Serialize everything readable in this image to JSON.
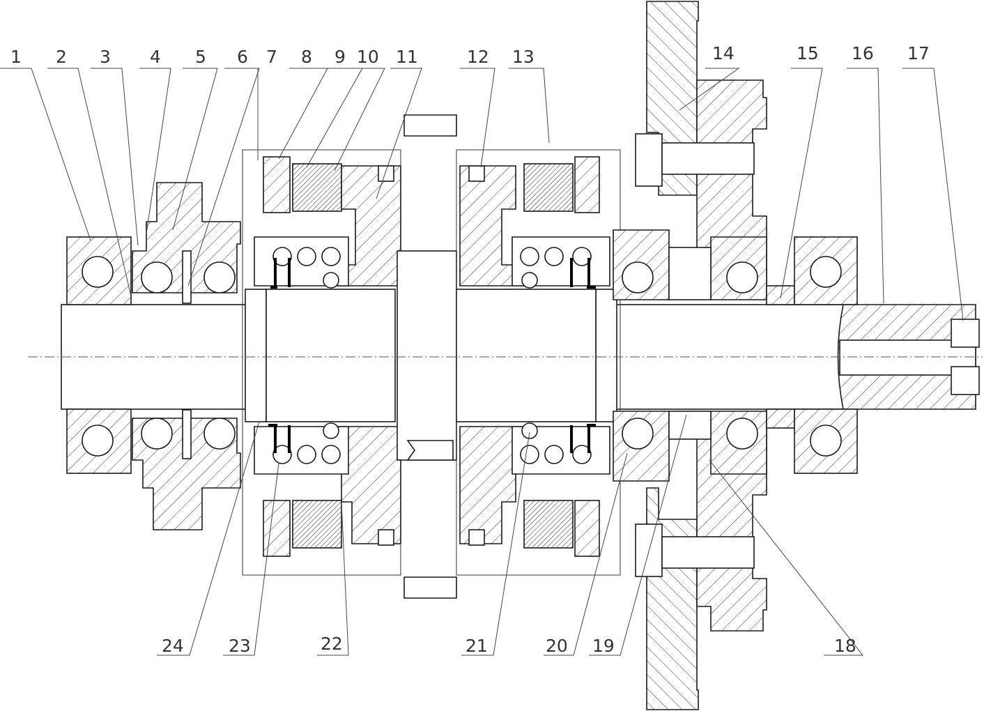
{
  "callouts": [
    {
      "n": "1"
    },
    {
      "n": "2"
    },
    {
      "n": "3"
    },
    {
      "n": "4"
    },
    {
      "n": "5"
    },
    {
      "n": "6"
    },
    {
      "n": "7"
    },
    {
      "n": "8"
    },
    {
      "n": "9"
    },
    {
      "n": "10"
    },
    {
      "n": "11"
    },
    {
      "n": "12"
    },
    {
      "n": "13"
    },
    {
      "n": "14"
    },
    {
      "n": "15"
    },
    {
      "n": "16"
    },
    {
      "n": "17"
    },
    {
      "n": "18"
    },
    {
      "n": "19"
    },
    {
      "n": "20"
    },
    {
      "n": "21"
    },
    {
      "n": "22"
    },
    {
      "n": "23"
    },
    {
      "n": "24"
    }
  ],
  "colors": {
    "line": "#1a1a1a",
    "label": "#333333",
    "background": "#ffffff"
  }
}
